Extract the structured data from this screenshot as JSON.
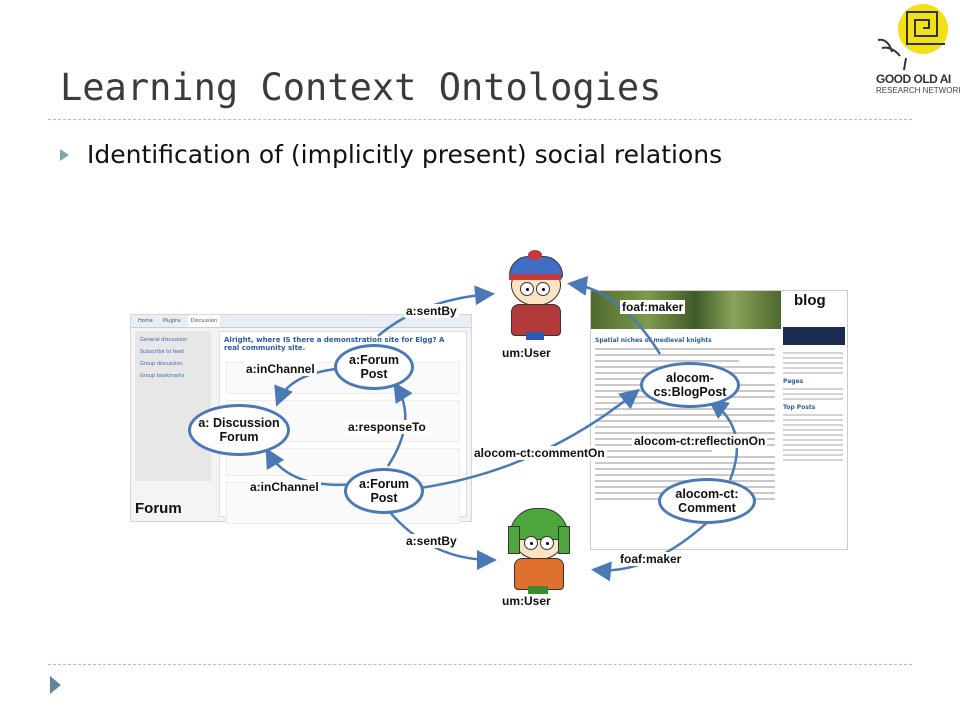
{
  "slide": {
    "title": "Learning Context Ontologies",
    "bullet": "Identification of (implicitly present) social relations"
  },
  "logo": {
    "line1": "GOOD OLD AI",
    "line2": "RESEARCH NETWORK"
  },
  "forum_screenshot": {
    "label": "Forum",
    "nav_tabs": [
      "Home",
      "Plugins",
      "Discussion"
    ],
    "sidebar_links": [
      "General discussion",
      "Subscribe to feed",
      "Group discussion",
      "Group bookmarks"
    ],
    "headline": "Alright, where IS there a demonstration site for Elgg? A real community site."
  },
  "blog_screenshot": {
    "label": "blog",
    "post_title": "Spatial niches of medieval knights",
    "sidebar_sections": [
      "Pages",
      "Top Posts"
    ]
  },
  "nodes": {
    "stan": "um:User",
    "kyle": "um:User",
    "forum_post_1": "a:Forum Post",
    "forum_post_2": "a:Forum Post",
    "discussion_forum": "a: Discussion Forum",
    "blog_post": "alocom- cs:BlogPost",
    "comment": "alocom-ct: Comment"
  },
  "edges": {
    "sent_by_top": "a:sentBy",
    "sent_by_bottom": "a:sentBy",
    "in_channel_top": "a:inChannel",
    "in_channel_bottom": "a:inChannel",
    "response_to": "a:responseTo",
    "comment_on": "alocom-ct:commentOn",
    "reflection_on": "alocom-ct:reflectionOn",
    "maker_top": "foaf:maker",
    "maker_bottom": "foaf:maker"
  },
  "colors": {
    "edge": "#4a79b5",
    "title": "#3b3b3b",
    "rule": "#a8c4cf",
    "bullet": "#7fa4b4"
  }
}
